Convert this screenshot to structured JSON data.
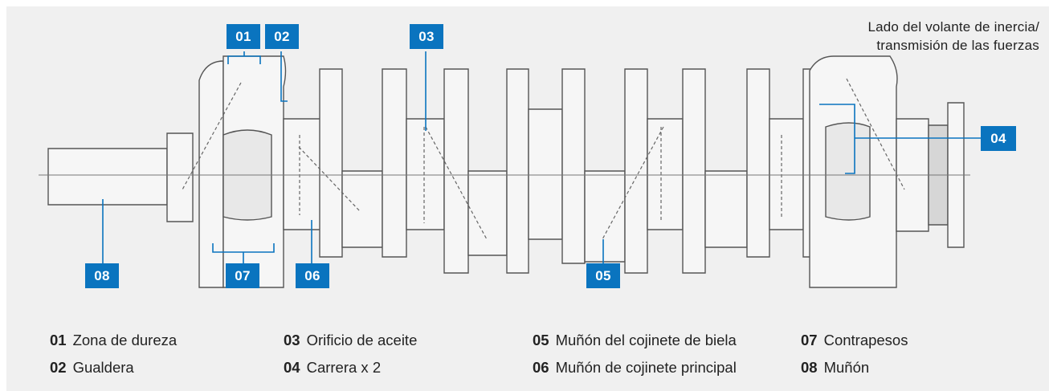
{
  "note": {
    "line1": "Lado del volante de inercia/",
    "line2": "transmisión de las fuerzas"
  },
  "tags": {
    "t01": "01",
    "t02": "02",
    "t03": "03",
    "t04": "04",
    "t05": "05",
    "t06": "06",
    "t07": "07",
    "t08": "08"
  },
  "legend": [
    {
      "num": "01",
      "label": "Zona de dureza"
    },
    {
      "num": "02",
      "label": "Gualdera"
    },
    {
      "num": "03",
      "label": "Orificio de aceite"
    },
    {
      "num": "04",
      "label": "Carrera x 2"
    },
    {
      "num": "05",
      "label": "Muñón del cojinete de biela"
    },
    {
      "num": "06",
      "label": "Muñón de cojinete principal"
    },
    {
      "num": "07",
      "label": "Contrapesos"
    },
    {
      "num": "08",
      "label": "Muñón"
    }
  ],
  "colors": {
    "tag_bg": "#0a74bf",
    "panel_bg": "#f0f0f0",
    "line": "#555555"
  }
}
